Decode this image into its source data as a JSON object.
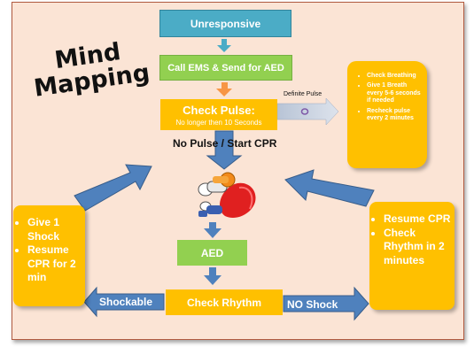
{
  "title": "Mind Mapping",
  "boxes": {
    "unresponsive": "Unresponsive",
    "call_ems": "Call EMS & Send for AED",
    "check_pulse": "Check Pulse:",
    "check_pulse_sub": "No longer then 10 Seconds",
    "aed": "AED",
    "check_rhythm": "Check Rhythm"
  },
  "labels": {
    "no_pulse": "No Pulse / Start CPR",
    "definite_pulse": "Definite Pulse",
    "shockable": "Shockable",
    "no_shock": "NO Shock"
  },
  "side_boxes": {
    "breathing": [
      "Check Breathing",
      "Give 1 Breath every 5-6 seconds if needed",
      "Recheck pulse every 2 minutes"
    ],
    "shock": [
      "Give 1 Shock",
      "Resume CPR for 2 min"
    ],
    "resume": [
      "Resume CPR",
      "Check Rhythm in 2 minutes"
    ]
  },
  "colors": {
    "background": "#fbe4d5",
    "teal": "#4bacc6",
    "green": "#92d050",
    "orange": "#ffc000",
    "arrow_blue": "#4f81bd"
  }
}
